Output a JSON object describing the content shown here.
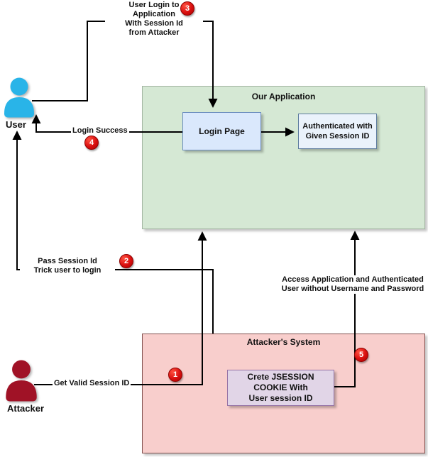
{
  "containers": {
    "application": {
      "title": "Our Application",
      "fill": "#d5e8d4",
      "border": "#a3b5a2"
    },
    "attacker_system": {
      "title": "Attacker's System",
      "fill": "#f8cecc",
      "border": "#82504d"
    }
  },
  "nodes": {
    "login_page": {
      "label": "Login Page",
      "fill": "#dae8fc",
      "border": "#6c8ebf"
    },
    "authenticated": {
      "lines": [
        "Authenticated with",
        "Given Session ID"
      ],
      "fill": "#eaf2fb",
      "border": "#5d7b9e"
    },
    "jsession_cookie": {
      "lines": [
        "Crete JSESSION",
        "COOKIE With",
        "User session ID"
      ],
      "fill": "#e1d5e7",
      "border": "#9673a6"
    }
  },
  "actors": {
    "user": {
      "label": "User",
      "color": "#29b4e8"
    },
    "attacker": {
      "label": "Attacker",
      "color": "#a01226"
    }
  },
  "steps": {
    "step1": {
      "badge": "1",
      "label": "Get Valid Session ID"
    },
    "step2": {
      "badge": "2",
      "lines": [
        "Pass Session Id",
        "Trick user to login"
      ]
    },
    "step3": {
      "badge": "3",
      "lines": [
        "User Login to",
        "Application",
        "With Session Id",
        "from Attacker"
      ]
    },
    "step4": {
      "badge": "4",
      "label": "Login Success"
    },
    "step5": {
      "badge": "5",
      "lines": [
        "Access Application and Authenticated",
        "User without Username and Password"
      ]
    }
  },
  "colors": {
    "badge_fill": "#d90f0f",
    "badge_border": "#8f0000",
    "line": "#000000"
  }
}
